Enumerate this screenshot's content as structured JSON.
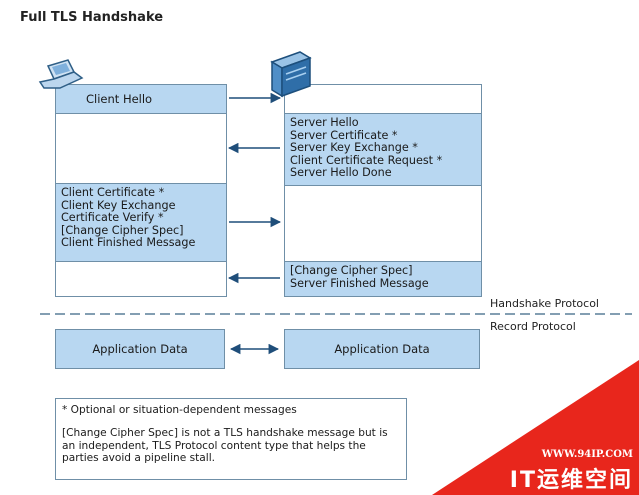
{
  "title": "Full TLS Handshake",
  "icons": {
    "client": "laptop-icon",
    "server": "server-icon"
  },
  "client": {
    "client_hello": "Client Hello",
    "block2": "Client Certificate *\nClient Key Exchange\nCertificate Verify *\n[Change Cipher Spec]\nClient Finished Message"
  },
  "server": {
    "block1": "Server Hello\nServer Certificate *\nServer Key Exchange *\nClient Certificate Request *\nServer Hello Done",
    "block2": "[Change Cipher Spec]\nServer Finished Message"
  },
  "labels": {
    "handshake_protocol": "Handshake Protocol",
    "record_protocol": "Record Protocol",
    "app_data_client": "Application Data",
    "app_data_server": "Application Data"
  },
  "note": {
    "line1": "* Optional or situation-dependent messages",
    "line2": "[Change Cipher Spec] is not a TLS handshake message but is an independent, TLS Protocol content type that helps the parties avoid a pipeline stall."
  },
  "watermark": {
    "url": "WWW.94IP.COM",
    "brand": "IT运维空间"
  },
  "colors": {
    "box_fill": "#b8d7f1",
    "border": "#6f8fa7",
    "arrow": "#1f4e7a",
    "watermark": "#e8261c"
  }
}
